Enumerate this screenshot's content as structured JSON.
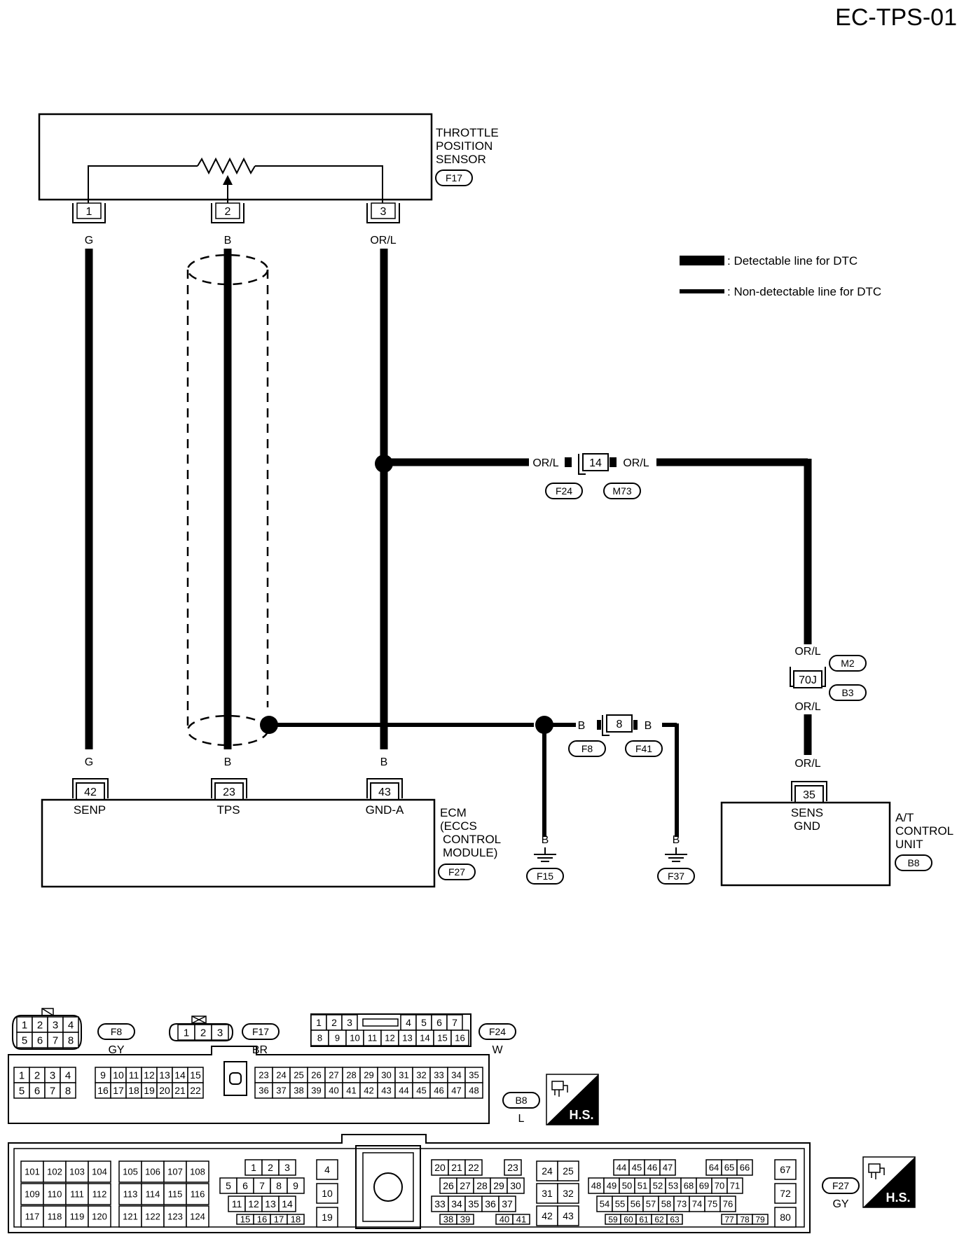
{
  "page_title": "EC-TPS-01",
  "components": {
    "tps": {
      "name_lines": [
        "THROTTLE",
        "POSITION",
        "SENSOR"
      ],
      "connector": "F17",
      "pins": [
        "1",
        "2",
        "3"
      ]
    },
    "ecm": {
      "name_lines": [
        "ECM",
        "(ECCS",
        "CONTROL",
        "MODULE)"
      ],
      "connector": "F27",
      "pins": [
        {
          "num": "42",
          "label": "SENP"
        },
        {
          "num": "23",
          "label": "TPS"
        },
        {
          "num": "43",
          "label": "GND-A"
        }
      ]
    },
    "atcu": {
      "name_lines": [
        "A/T",
        "CONTROL",
        "UNIT"
      ],
      "connector": "B8",
      "pin": {
        "num": "35",
        "label_lines": [
          "SENS",
          "GND"
        ]
      }
    }
  },
  "wire_colors": {
    "g": "G",
    "b": "B",
    "orl": "OR/L"
  },
  "joint_connectors": {
    "j14": {
      "pin": "14",
      "left": "F24",
      "right": "M73"
    },
    "j70": {
      "pin": "70J",
      "top": "M2",
      "bottom": "B3"
    },
    "j8": {
      "pin": "8",
      "left": "F8",
      "right": "F41"
    }
  },
  "grounds": [
    "F15",
    "F37"
  ],
  "legend": {
    "detectable": ": Detectable line for DTC",
    "non_detectable": ": Non-detectable line for DTC"
  },
  "connector_views": {
    "f8": {
      "id": "F8",
      "color": "GY",
      "rows": [
        [
          "1",
          "2",
          "3",
          "4"
        ],
        [
          "5",
          "6",
          "7",
          "8"
        ]
      ]
    },
    "f17": {
      "id": "F17",
      "color": "BR",
      "pins": [
        "1",
        "2",
        "3"
      ]
    },
    "f24": {
      "id": "F24",
      "color": "W",
      "row1a": [
        "1",
        "2",
        "3"
      ],
      "row1b": [
        "4",
        "5",
        "6",
        "7"
      ],
      "row2": [
        "8",
        "9",
        "10",
        "11",
        "12",
        "13",
        "14",
        "15",
        "16"
      ]
    },
    "b8": {
      "id": "B8",
      "color": "L",
      "r1a": [
        "1",
        "2",
        "3",
        "4"
      ],
      "r1b": [
        "9",
        "10",
        "11",
        "12",
        "13",
        "14",
        "15"
      ],
      "r1c": [
        "23",
        "24",
        "25",
        "26",
        "27",
        "28",
        "29",
        "30",
        "31",
        "32",
        "33",
        "34",
        "35"
      ],
      "r2a": [
        "5",
        "6",
        "7",
        "8"
      ],
      "r2b": [
        "16",
        "17",
        "18",
        "19",
        "20",
        "21",
        "22"
      ],
      "r2c": [
        "36",
        "37",
        "38",
        "39",
        "40",
        "41",
        "42",
        "43",
        "44",
        "45",
        "46",
        "47",
        "48"
      ]
    },
    "f27": {
      "id": "F27",
      "color": "GY",
      "g1": [
        [
          "101",
          "102",
          "103",
          "104"
        ],
        [
          "109",
          "110",
          "111",
          "112"
        ],
        [
          "117",
          "118",
          "119",
          "120"
        ]
      ],
      "g2": [
        [
          "105",
          "106",
          "107",
          "108"
        ],
        [
          "113",
          "114",
          "115",
          "116"
        ],
        [
          "121",
          "122",
          "123",
          "124"
        ]
      ],
      "g3r1": [
        "1",
        "2",
        "3"
      ],
      "g3r2": [
        "5",
        "6",
        "7",
        "8",
        "9"
      ],
      "g3r3": [
        "11",
        "12",
        "13",
        "14"
      ],
      "g3r4": [
        "15",
        "16",
        "17",
        "18"
      ],
      "g4": [
        "4",
        "10",
        "19"
      ],
      "g5r1a": [
        "20",
        "21",
        "22"
      ],
      "g5r1b": [
        "23"
      ],
      "g5r2": [
        "26",
        "27",
        "28",
        "29",
        "30"
      ],
      "g5r3": [
        "33",
        "34",
        "35",
        "36",
        "37"
      ],
      "g5r4a": [
        "38",
        "39"
      ],
      "g5r4b": [
        "40",
        "41"
      ],
      "g6": [
        [
          "24",
          "25"
        ],
        [
          "31",
          "32"
        ],
        [
          "42",
          "43"
        ]
      ],
      "g7r1a": [
        "44",
        "45",
        "46",
        "47"
      ],
      "g7r1b": [
        "64",
        "65",
        "66"
      ],
      "g7r2": [
        "48",
        "49",
        "50",
        "51",
        "52",
        "53",
        "68",
        "69",
        "70",
        "71"
      ],
      "g7r3": [
        "54",
        "55",
        "56",
        "57",
        "58",
        "73",
        "74",
        "75",
        "76"
      ],
      "g7r4a": [
        "59",
        "60",
        "61",
        "62",
        "63"
      ],
      "g7r4b": [
        "77",
        "78",
        "79"
      ],
      "g8": [
        "67",
        "72",
        "80"
      ]
    },
    "hs_label": "H.S."
  }
}
